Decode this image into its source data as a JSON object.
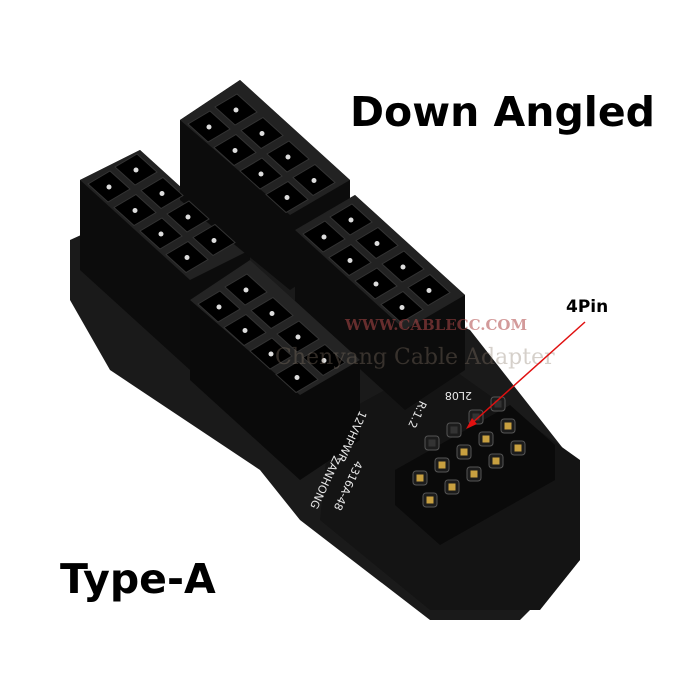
{
  "headline": "Down Angled",
  "variant": "Type-A",
  "callout": {
    "label": "4Pin",
    "arrow_color": "#e01010"
  },
  "watermark": {
    "url": "WWW.CABLECC.COM",
    "brand": "Chenyang Cable Adapter"
  },
  "pcb_markings": [
    "12VHPWR",
    "R:1.2",
    "2L08",
    "ZANHONG",
    "4316A-48"
  ],
  "colors": {
    "body": "#111111",
    "pin_gold": "#c8a040"
  }
}
